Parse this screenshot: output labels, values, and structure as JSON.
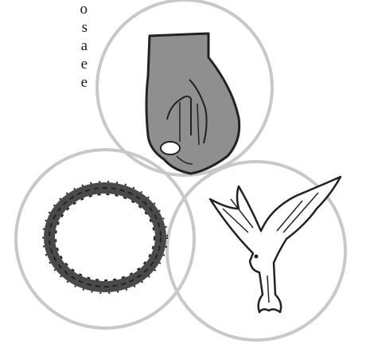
{
  "text_fragment": [
    "o",
    "s",
    "a",
    "e",
    "e"
  ],
  "icons": [
    "hand-icon",
    "crown-of-thorns-icon",
    "dove-icon"
  ],
  "colors": {
    "circle": "#c8c8c8",
    "ink": "#222222",
    "hand_fill": "#8f8f8f"
  }
}
